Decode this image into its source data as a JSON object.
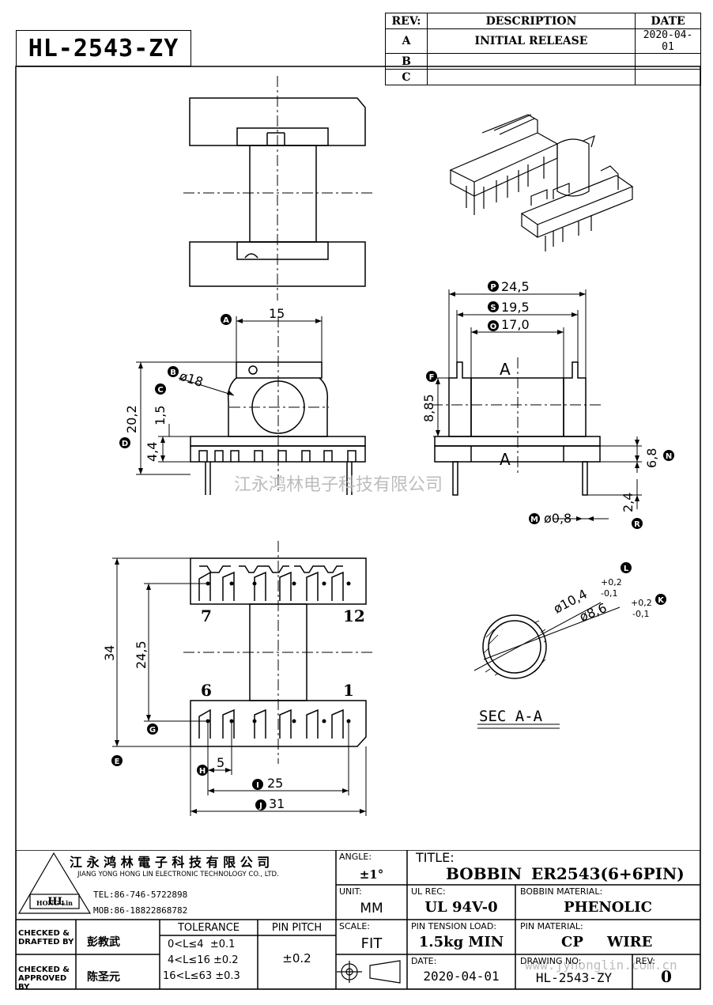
{
  "part_number": "HL-2543-ZY",
  "revision_table": {
    "headers": [
      "REV:",
      "DESCRIPTION",
      "DATE"
    ],
    "rows": [
      {
        "rev": "A",
        "description": "INITIAL RELEASE",
        "date": "2020-04-01"
      },
      {
        "rev": "B",
        "description": "",
        "date": ""
      },
      {
        "rev": "C",
        "description": "",
        "date": ""
      }
    ]
  },
  "dimensions": {
    "top_width": "15",
    "outer_diameter": "ø18",
    "flange_gap": "1,5",
    "overall_height": "20,2",
    "base_height": "4,4",
    "width_p": "24,5",
    "width_s": "19,5",
    "width_o": "17,0",
    "winding_height": "8,85",
    "base_side": "6,8",
    "pin_length": "2,4",
    "pin_diameter": "ø0,8",
    "overall_length": "34",
    "row_spacing": "24,5",
    "pin_pitch": "5",
    "pin_span": "25",
    "overall_width": "31",
    "section_od": "ø10,4",
    "section_id": "ø8,6",
    "tol_plus": "+0,2",
    "tol_minus": "-0,1"
  },
  "callouts": [
    "A",
    "B",
    "C",
    "D",
    "E",
    "F",
    "G",
    "H",
    "I",
    "J",
    "K",
    "L",
    "M",
    "N",
    "O",
    "P",
    "R",
    "S"
  ],
  "section_marks": [
    "A",
    "A"
  ],
  "pin_numbers": {
    "top_left": "7",
    "top_right": "12",
    "bottom_left": "6",
    "bottom_right": "1"
  },
  "section_title": "SEC A-A",
  "watermark": "江永鸿林电子科技有限公司",
  "watermark_url": "www.jyhonglin.com.cn",
  "title_block": {
    "company_cn": "江 永 鸿 林 電 子 科 技 有 限 公 司",
    "company_en": "JIANG YONG HONG LIN ELECTRONIC TECHNOLOGY CO., LTD.",
    "logo_text": "HL",
    "logo_sub": "HONG Lin",
    "tel": "TEL:86-746-5722898",
    "mob": "MOB:86-18822868782",
    "checked_drafted_label": "CHECKED & DRAFTED BY",
    "checked_drafted_name": "彭教武",
    "checked_approved_label": "CHECKED & APPROVED BY",
    "checked_approved_name": "陈圣元",
    "tolerance_label": "TOLERANCE",
    "tolerance_rows": [
      "0<L≤4  ±0.1",
      "4<L≤16 ±0.2",
      "16<L≤63 ±0.3"
    ],
    "pin_pitch_label": "PIN PITCH",
    "pin_pitch_value": "±0.2",
    "angle_label": "ANGLE:",
    "angle_value": "±1°",
    "unit_label": "UNIT:",
    "unit_value": "MM",
    "scale_label": "SCALE:",
    "scale_value": "FIT",
    "title_label": "TITLE:",
    "title_value_1": "BOBBIN",
    "title_value_2": "ER2543(6+6PIN)",
    "ul_label": "UL REC:",
    "ul_value": "UL 94V-0",
    "bobbin_material_label": "BOBBIN MATERIAL:",
    "bobbin_material_value": "PHENOLIC",
    "pin_tension_label": "PIN TENSION LOAD:",
    "pin_tension_value": "1.5kg MIN",
    "pin_material_label": "PIN MATERIAL:",
    "pin_material_value_1": "CP",
    "pin_material_value_2": "WIRE",
    "date_label": "DATE:",
    "date_value": "2020-04-01",
    "drawing_no_label": "DRAWING NO:",
    "drawing_no_value": "HL-2543-ZY",
    "rev_label": "REV:",
    "rev_value": "0"
  }
}
